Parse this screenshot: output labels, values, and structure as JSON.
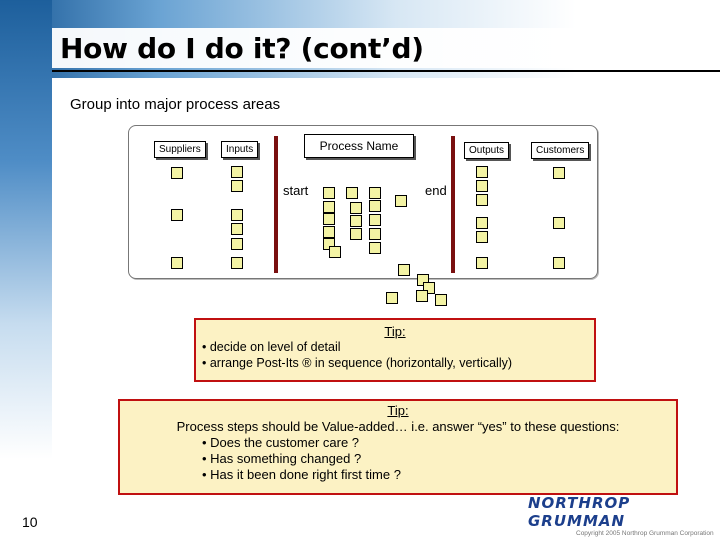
{
  "slide": {
    "title": "How do I do it? (cont’d)",
    "subtitle": "Group into major process areas",
    "page_number": "10"
  },
  "diagram": {
    "labels": {
      "suppliers": "Suppliers",
      "inputs": "Inputs",
      "process_name": "Process Name",
      "outputs": "Outputs",
      "customers": "Customers",
      "start": "start",
      "end": "end"
    }
  },
  "tip1": {
    "heading": "Tip:",
    "bullets": [
      "•  decide on level of detail",
      "•  arrange Post-Its ® in sequence (horizontally, vertically)"
    ]
  },
  "tip2": {
    "heading": "Tip:",
    "intro": "Process steps should be Value-added… i.e. answer “yes” to these questions:",
    "bullets": [
      "• Does the customer care ?",
      "• Has something changed ?",
      "• Has it been done right first time ?"
    ]
  },
  "footer": {
    "logo": "NORTHROP GRUMMAN",
    "copyright": "Copyright 2005 Northrop Grumman Corporation"
  },
  "colors": {
    "accent_red": "#c01010",
    "bar": "#7a1010",
    "tip_fill": "#fcf2c4",
    "sticky": "#f3f3a4",
    "logo_blue": "#1c3f8c"
  }
}
